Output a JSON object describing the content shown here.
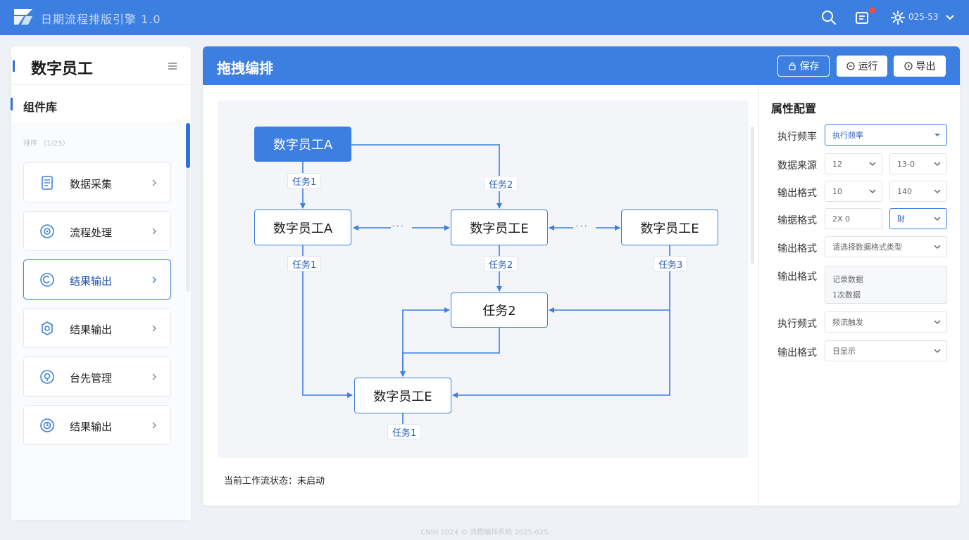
{
  "topbar": {
    "app_title": "日期流程排版引擎 1.0",
    "user_label": "025-53"
  },
  "sidebar": {
    "title": "数字员工",
    "library_title": "组件库",
    "search_hint": "排序 （1/25）",
    "items": [
      {
        "label": "数据采集",
        "icon": "document-icon"
      },
      {
        "label": "流程处理",
        "icon": "target-icon"
      },
      {
        "label": "结果输出",
        "icon": "refresh-icon"
      },
      {
        "label": "结果输出",
        "icon": "gear-box-icon"
      },
      {
        "label": "台先管理",
        "icon": "clock-icon"
      },
      {
        "label": "结果输出",
        "icon": "sync-icon"
      }
    ]
  },
  "main": {
    "title": "拖拽编排",
    "buttons": {
      "save": "保存",
      "run": "运行",
      "export": "导出"
    },
    "status_text": "当前工作流状态：未启动"
  },
  "flow": {
    "nodes": {
      "top": "数字员工A",
      "left": "数字员工A",
      "center": "数字员工E",
      "right": "数字员工E",
      "task": "任务2",
      "bottom": "数字员工E"
    },
    "tags": {
      "t1": "任务1",
      "t2": "任务2",
      "t3": "任务1",
      "t4": "任务2",
      "t5": "任务3",
      "t6": "任务1"
    },
    "dots": "···"
  },
  "properties": {
    "title": "属性配置",
    "rows": [
      {
        "label": "执行频率",
        "value": "执行频率"
      },
      {
        "label": "数据来源",
        "value_a": "12",
        "value_b": "13-0"
      },
      {
        "label": "输出格式",
        "value_a": "10",
        "value_b": "140"
      },
      {
        "label": "输据格式",
        "value_a": "2X 0",
        "value_b": "財"
      },
      {
        "label": "输出格式",
        "value": "请选择数据格式类型"
      },
      {
        "label": "输出格式",
        "line1": "记录数据",
        "line2": "1次数据"
      },
      {
        "label": "执行频式",
        "value": "频流触发"
      },
      {
        "label": "输出格式",
        "value": "日显示"
      }
    ]
  },
  "footer": "CNIH 2024 © 流程编排系统 2025-025",
  "colors": {
    "primary": "#3d7fe0",
    "badge": "#f04b4b"
  }
}
